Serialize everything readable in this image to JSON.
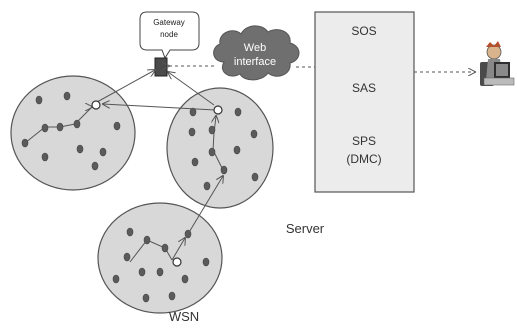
{
  "callout": {
    "line1": "Gateway",
    "line2": "node"
  },
  "cloud": {
    "line1": "Web",
    "line2": "interface"
  },
  "server_box": {
    "items": [
      "SOS",
      "SAS",
      "SPS",
      "(DMC)"
    ]
  },
  "labels": {
    "server": "Server",
    "wsn": "WSN"
  },
  "colors": {
    "cluster_fill": "#d8d8d8",
    "node_fill": "#5b5b5b",
    "cloud_fill": "#6f6f6f",
    "gateway_fill": "#4a4a4a",
    "server_fill": "#ececec",
    "line": "#555555"
  },
  "icons": {
    "user": "operator-at-laptop-icon"
  }
}
